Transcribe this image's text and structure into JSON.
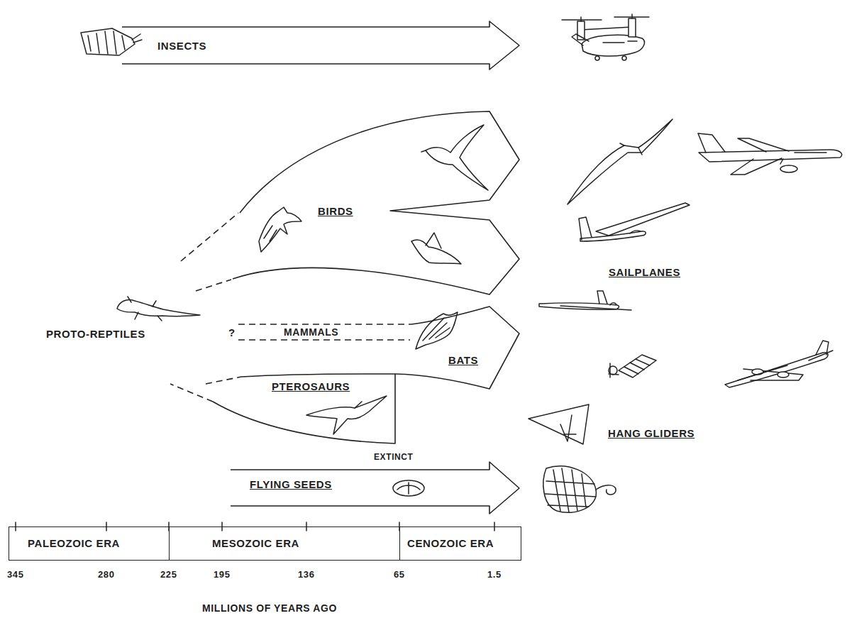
{
  "diagram": {
    "nodes": [
      {
        "text": [
          "INSECTS"
        ]
      },
      {
        "text": [
          "BIRDS"
        ]
      },
      {
        "text": [
          "MAMMALS",
          "BATS"
        ]
      },
      {
        "text": [
          "PTEROSAURS"
        ]
      },
      {
        "text": [
          "FLYING SEEDS"
        ]
      },
      {
        "text": [
          "PALEOZOIC ERA"
        ]
      },
      {
        "text": [
          "MESOZOIC ERA"
        ]
      },
      {
        "text": [
          "CENOZOIC ERA"
        ]
      }
    ],
    "labels": [
      "PROTO-REPTILES",
      "?",
      "EXTINCT",
      "SAILPLANES",
      "HANG GLIDERS",
      "345",
      "280",
      "225",
      "195",
      "136",
      "65",
      "1.5",
      "MILLIONS OF YEARS AGO"
    ]
  }
}
